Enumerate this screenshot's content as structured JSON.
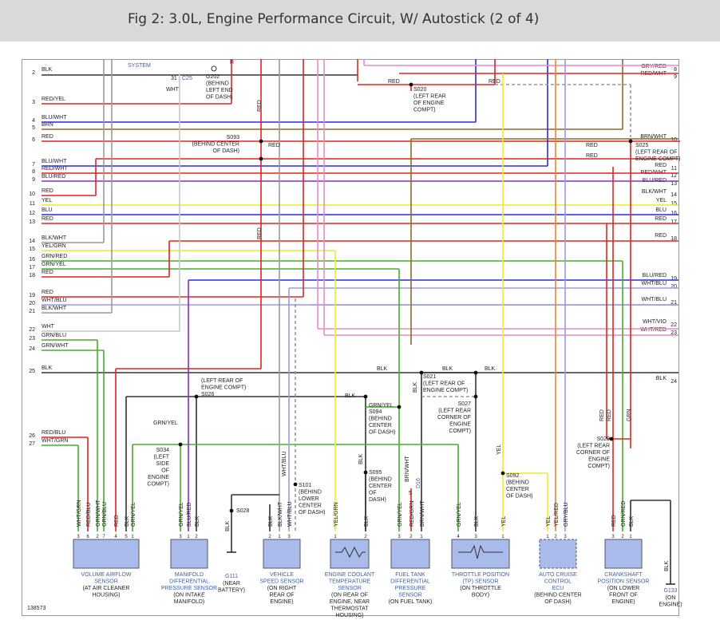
{
  "title": "Fig 2: 3.0L, Engine Performance Circuit, W/ Autostick (2 of 4)",
  "colors": {
    "RED": "#e8211f",
    "BLK": "#333333",
    "BLU": "#2a2ae8",
    "BRN": "#8b6a2a",
    "YEL": "#ecec2a",
    "GRN": "#42b02a",
    "WHT": "#c7c7c7",
    "VIO": "#8a2ad0",
    "GRY": "#999999",
    "ORN": "#f08030",
    "PNK": "#ec8cc4",
    "LBLU": "#9a9aea"
  },
  "left_labels": [
    {
      "num": "2",
      "name": "BLK"
    },
    {
      "num": "3",
      "name": "RED/YEL"
    },
    {
      "num": "4",
      "name": "BLU/WHT"
    },
    {
      "num": "5",
      "name": "BRN"
    },
    {
      "num": "6",
      "name": "RED"
    },
    {
      "num": "7",
      "name": "BLU/WHT"
    },
    {
      "num": "8",
      "name": "RED/WHT"
    },
    {
      "num": "9",
      "name": "BLU/RED"
    },
    {
      "num": "10",
      "name": "RED"
    },
    {
      "num": "11",
      "name": "YEL"
    },
    {
      "num": "12",
      "name": "BLU"
    },
    {
      "num": "13",
      "name": "RED"
    },
    {
      "num": "14",
      "name": "BLK/WHT"
    },
    {
      "num": "15",
      "name": "YEL/GRN"
    },
    {
      "num": "16",
      "name": "GRN/RED"
    },
    {
      "num": "17",
      "name": "GRN/YEL"
    },
    {
      "num": "18",
      "name": "RED"
    },
    {
      "num": "19",
      "name": "RED"
    },
    {
      "num": "20",
      "name": "WHT/BLU"
    },
    {
      "num": "21",
      "name": "BLK/WHT"
    },
    {
      "num": "22",
      "name": "WHT"
    },
    {
      "num": "23",
      "name": "GRN/BLU"
    },
    {
      "num": "24",
      "name": "GRN/WHT"
    },
    {
      "num": "25",
      "name": "BLK"
    },
    {
      "num": "26",
      "name": "RED/BLU"
    },
    {
      "num": "27",
      "name": "WHT/GRN"
    }
  ],
  "right_labels": [
    {
      "num": "8",
      "name": "GRY/RED"
    },
    {
      "num": "9",
      "name": "RED/WHT"
    },
    {
      "num": "10",
      "name": "BRN/WHT"
    },
    {
      "num": "11",
      "name": "RED"
    },
    {
      "num": "12",
      "name": "RED/WHT"
    },
    {
      "num": "13",
      "name": "BLU/RED"
    },
    {
      "num": "14",
      "name": "BLK/WHT"
    },
    {
      "num": "15",
      "name": "YEL"
    },
    {
      "num": "16",
      "name": "BLU"
    },
    {
      "num": "17",
      "name": "RED"
    },
    {
      "num": "18",
      "name": "RED"
    },
    {
      "num": "19",
      "name": "BLU/RED"
    },
    {
      "num": "20",
      "name": "WHT/BLU"
    },
    {
      "num": "21",
      "name": "WHT/BLU"
    },
    {
      "num": "22",
      "name": "WHT/VIO"
    },
    {
      "num": "23",
      "name": "WHT/RED"
    },
    {
      "num": "24",
      "name": "BLK"
    }
  ],
  "top_area": {
    "system": "SYSTEM",
    "conn_31": "31",
    "c25": "C25",
    "wht": "WHT",
    "g202": [
      "G202",
      "(BEHIND",
      "LEFT END",
      "OF DASH)"
    ],
    "r": "R"
  },
  "splices": {
    "s093": [
      "S093",
      "(BEHIND CENTER",
      "OF DASH)"
    ],
    "s020": [
      "S020",
      "(LEFT REAR",
      "OF ENGINE",
      "COMPT)"
    ],
    "s025": [
      "S025",
      "(LEFT REAR OF",
      "ENGINE COMPT)"
    ],
    "s021": [
      "S021",
      "(LEFT REAR OF",
      "ENGINE COMPT)"
    ],
    "s026": [
      "(LEFT REAR OF",
      "ENGINE COMPT)",
      "S026"
    ],
    "s094": [
      "S094",
      "(BEHIND",
      "CENTER",
      "OF DASH)"
    ],
    "s027": [
      "S027",
      "(LEFT REAR",
      "CORNER OF",
      "ENGINE",
      "COMPT)"
    ],
    "s029": [
      "S029",
      "(LEFT REAR",
      "CORNER OF",
      "ENGINE",
      "COMPT)"
    ],
    "s034": [
      "S034",
      "(LEFT",
      "SIDE",
      "OF",
      "ENGINE",
      "COMPT)"
    ],
    "s095": [
      "S095",
      "(BEHIND",
      "CENTER",
      "OF",
      "DASH)"
    ],
    "s092": [
      "S092",
      "(BEHIND",
      "CENTER",
      "OF DASH)"
    ],
    "s101": [
      "S101",
      "(BEHIND",
      "LOWER",
      "CENTER",
      "OF DASH)"
    ],
    "s028": "S028"
  },
  "wire_labels": {
    "red_top": "RED",
    "red_s020": "RED",
    "red_s093": "RED",
    "red_vert1": "RED",
    "red_vert2": "RED",
    "red_s025a": "RED",
    "red_s025b": "RED",
    "blk_s021a": "BLK",
    "blk_s021b": "BLK",
    "blk_s094": "BLK",
    "grn_yel_s094": "GRN/YEL",
    "grn_yel_s034": "GRN/YEL",
    "blk_s095": "BLK",
    "brn_wht": "BRN/WHT",
    "blk_vert": "BLK",
    "yel_vert": "YEL",
    "red_s029a": "RED",
    "red_s029b": "RED",
    "grn_s029": "GRN",
    "wht_blu_vert": "WHT/BLU",
    "d16": "D16",
    "c5": "5"
  },
  "components": [
    {
      "id": "vaf",
      "name": [
        "VOLUME AIRFLOW",
        "SENSOR"
      ],
      "loc": [
        "(AT AIR CLEANER",
        "HOUSING)"
      ],
      "pins": [
        "WHT/GRN",
        "RED/BLU",
        "GRN/WHT",
        "GRN/BLU",
        "RED",
        "BLK",
        "GRN/YEL"
      ],
      "pin_nums": [
        "3",
        "6",
        "2",
        "7",
        "4",
        "5",
        "1"
      ]
    },
    {
      "id": "mdp",
      "name": [
        "MANIFOLD",
        "DIFFERENTIAL",
        "PRESSURE SENSOR"
      ],
      "loc": [
        "(ON INTAKE",
        "MANIFOLD)"
      ],
      "pins": [
        "GRN/YEL",
        "BLU/RED",
        "BLK"
      ],
      "pin_nums": [
        "3",
        "1",
        "2"
      ]
    },
    {
      "id": "g111",
      "name": [
        "G111"
      ],
      "loc": [
        "(NEAR",
        "BATTERY)"
      ],
      "pins": [
        "BLK"
      ]
    },
    {
      "id": "vss",
      "name": [
        "VEHICLE",
        "SPEED SENSOR"
      ],
      "loc": [
        "(ON RIGHT",
        "REAR OF",
        "ENGINE)"
      ],
      "pins": [
        "BLK",
        "BLK/WHT",
        "WHT/BLU"
      ],
      "pin_nums": [
        "2",
        "1",
        "3"
      ]
    },
    {
      "id": "ect",
      "name": [
        "ENGINE COOLANT",
        "TEMPERATURE",
        "SENSOR"
      ],
      "loc": [
        "(ON REAR OF",
        "ENGINE, NEAR",
        "THERMOSTAT",
        "HOUSING)"
      ],
      "pins": [
        "YEL/GRN",
        "BLK"
      ],
      "pin_nums": [
        "1",
        "2"
      ]
    },
    {
      "id": "ftdp",
      "name": [
        "FUEL TANK",
        "DIFFERENTIAL",
        "PRESSURE",
        "SENSOR"
      ],
      "loc": [
        "(ON FUEL TANK)"
      ],
      "pins": [
        "GRN/YEL",
        "RED/GRN",
        "BRN/WHT"
      ],
      "pin_nums": [
        "3",
        "2",
        "1"
      ]
    },
    {
      "id": "tps",
      "name": [
        "THROTTLE POSITION",
        "(TP) SENSOR"
      ],
      "loc": [
        "(ON THROTTLE",
        "BODY)"
      ],
      "pins": [
        "GRN/YEL",
        "BLK",
        "YEL"
      ],
      "pin_nums": [
        "4",
        "3",
        "1"
      ]
    },
    {
      "id": "acc",
      "name": [
        "AUTO CRUISE",
        "CONTROL",
        "ECU"
      ],
      "loc": [
        "(BEHIND CENTER",
        "OF DASH)"
      ],
      "pins": [
        "YEL",
        "YEL/RED",
        "GRY/BLU"
      ],
      "pin_nums": [
        "1",
        "2",
        "3"
      ]
    },
    {
      "id": "ckp",
      "name": [
        "CRANKSHAFT",
        "POSITION SENSOR"
      ],
      "loc": [
        "(ON LOWER",
        "FRONT OF",
        "ENGINE)"
      ],
      "pins": [
        "RED",
        "GRN/RED",
        "BLK"
      ],
      "pin_nums": [
        "3",
        "2",
        "1"
      ]
    },
    {
      "id": "g133",
      "name": [
        "G133"
      ],
      "loc": [
        "(ON",
        "ENGINE)"
      ],
      "pins": [
        "BLK"
      ]
    }
  ],
  "figure_id": "138573"
}
